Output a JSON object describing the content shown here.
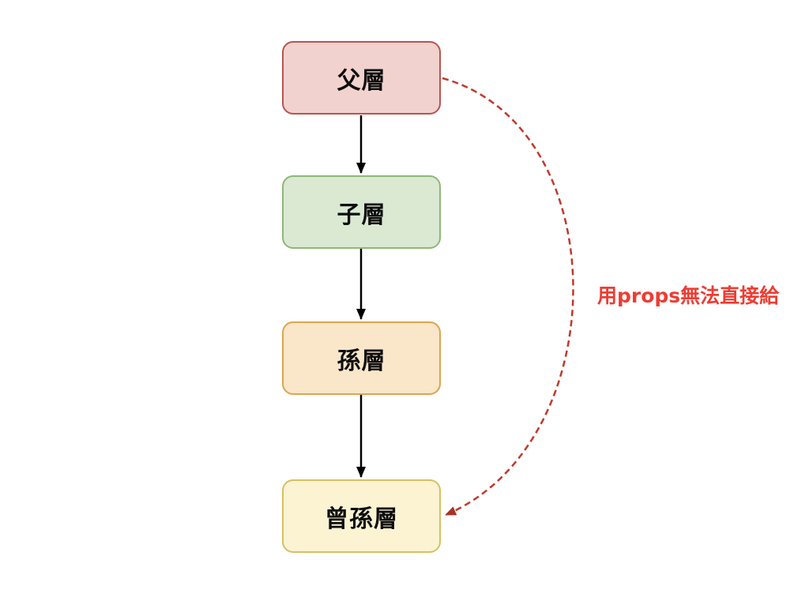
{
  "diagram": {
    "background_color": "#ffffff",
    "nodes": [
      {
        "label": "父層",
        "fill": "#f2d2ce",
        "stroke": "#b85450"
      },
      {
        "label": "子層",
        "fill": "#dbe8d2",
        "stroke": "#8cb878"
      },
      {
        "label": "孫層",
        "fill": "#fae6c9",
        "stroke": "#dda450"
      },
      {
        "label": "曾孫層",
        "fill": "#fbf3d2",
        "stroke": "#d6c064"
      }
    ],
    "flow_arrow_color": "#000000",
    "bypass_arrow": {
      "color": "#c0392b",
      "head_color": "#a93226",
      "style": "dashed"
    },
    "annotation": {
      "label": "用props無法直接給",
      "color": "#ed3d33"
    }
  }
}
